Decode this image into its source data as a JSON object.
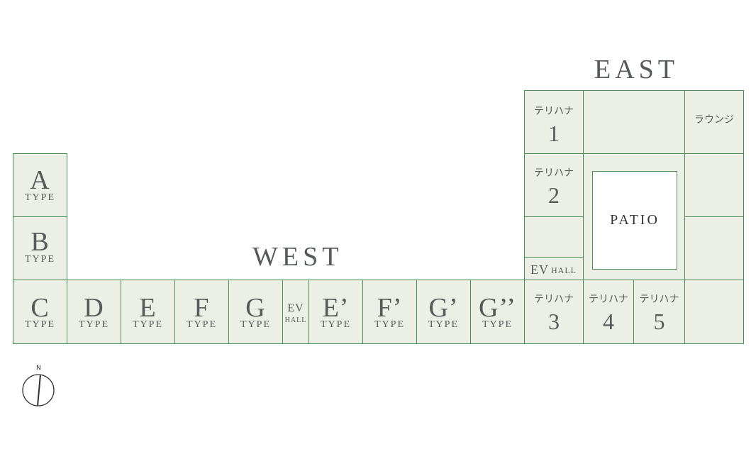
{
  "titles": {
    "west": "WEST",
    "east": "EAST"
  },
  "type_word": "TYPE",
  "west_units": {
    "a": "A",
    "b": "B",
    "c": "C",
    "d": "D",
    "e": "E",
    "f": "F",
    "g": "G",
    "e2": "E’",
    "f2": "F’",
    "g2": "G’",
    "g3": "G’’"
  },
  "ev_hall_west": {
    "ev": "EV",
    "hall": "HALL"
  },
  "ev_hall_east": {
    "ev": "EV",
    "hall": "HALL"
  },
  "terihana_word": "テリハナ",
  "east_units": {
    "t1": "1",
    "t2": "2",
    "t3": "3",
    "t4": "4",
    "t5": "5"
  },
  "lounge": "ラウンジ",
  "patio": "PATIO",
  "compass": {
    "north": "N"
  },
  "colors": {
    "cell_fill": "#ebefe6",
    "cell_border": "#4d8c57",
    "text": "#555a5a"
  }
}
